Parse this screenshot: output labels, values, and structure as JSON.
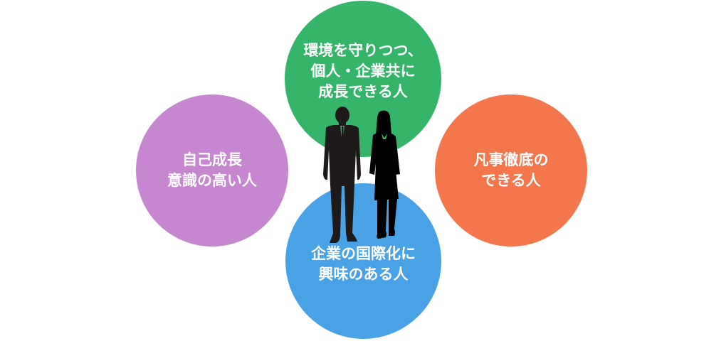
{
  "diagram": {
    "type": "four-circle-qualities",
    "circles": [
      {
        "id": "top",
        "color": "#35B56A",
        "lines": [
          "環境を守りつつ、",
          "個人・企業共に",
          "成長できる人"
        ]
      },
      {
        "id": "left",
        "color": "#C786D0",
        "lines": [
          "自己成長",
          "意識の高い人"
        ]
      },
      {
        "id": "right",
        "color": "#F4764D",
        "lines": [
          "凡事徹底の",
          "できる人"
        ]
      },
      {
        "id": "bottom",
        "color": "#4AA2E6",
        "lines": [
          "企業の国際化に",
          "興味のある人"
        ]
      }
    ],
    "center_figures": {
      "icon": "businesspeople-silhouette-icon",
      "figures": [
        "man-in-suit",
        "woman-in-suit"
      ],
      "color": "#1E1A1A"
    }
  }
}
